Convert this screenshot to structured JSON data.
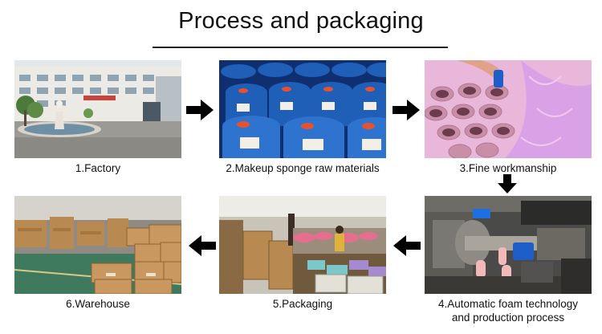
{
  "title": "Process and packaging",
  "steps": [
    {
      "label": "1.Factory"
    },
    {
      "label": "2.Makeup sponge raw materials"
    },
    {
      "label": "3.Fine workmanship"
    },
    {
      "label": "6.Warehouse"
    },
    {
      "label": "5.Packaging"
    },
    {
      "label_line1": "4.Automatic foam technology",
      "label_line2": "and production process"
    }
  ],
  "arrows": [
    "right",
    "right",
    "down",
    "left",
    "left"
  ],
  "colors": {
    "barrel_blue": "#1f5fb8",
    "foam_pink": "#e9b7d9",
    "arrow": "#000000"
  }
}
